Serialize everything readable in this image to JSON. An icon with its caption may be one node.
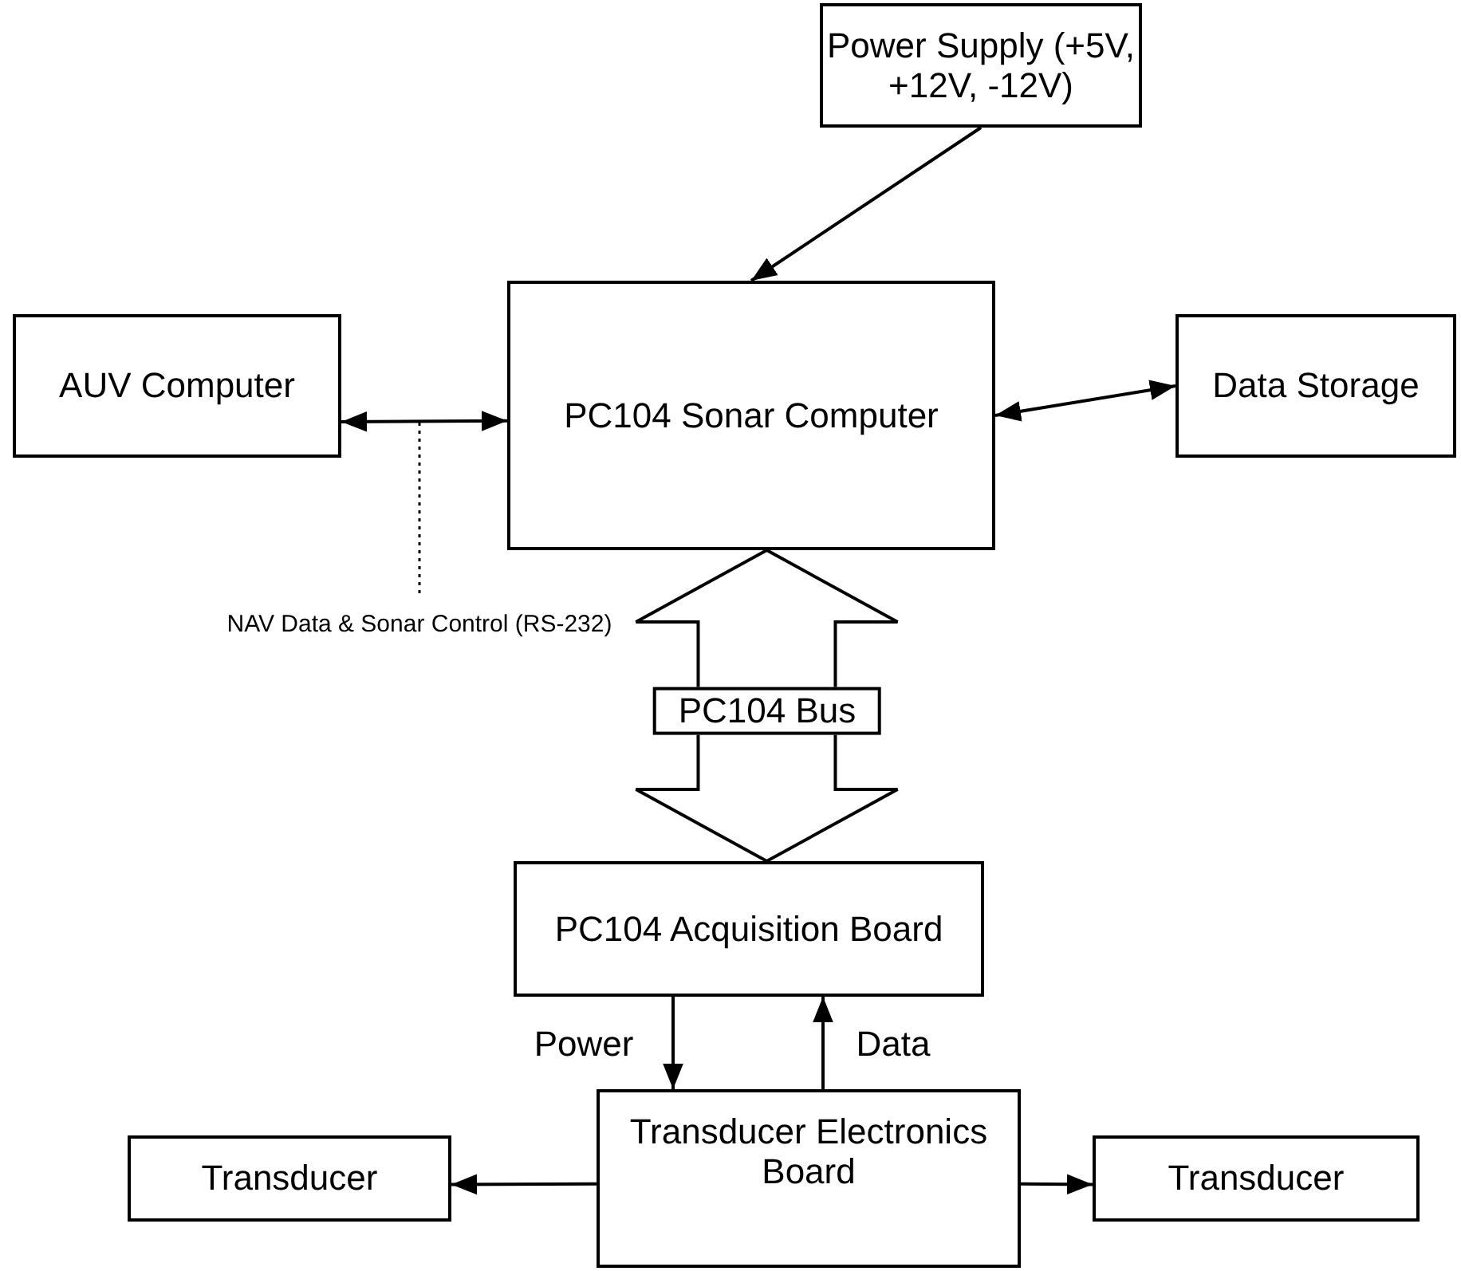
{
  "diagram": {
    "nodes": [
      {
        "text": [
          "Power Supply (+5V, +12V, -12V)"
        ]
      },
      {
        "text": [
          "PC104 Sonar Computer"
        ]
      },
      {
        "text": [
          "AUV Computer"
        ]
      },
      {
        "text": [
          "Data Storage"
        ]
      },
      {
        "text": [
          "NAV Data & Sonar Control (RS-232)"
        ]
      },
      {
        "text": [
          "PC104 Acquisition Board"
        ]
      },
      {
        "text": [
          "Transducer Electronics Board"
        ]
      },
      {
        "text": [
          "Transducer"
        ]
      },
      {
        "text": [
          "Transducer"
        ]
      }
    ],
    "edges": [
      {
        "from": 0,
        "to": 1,
        "arrow": "to"
      },
      {
        "from": 2,
        "to": 1,
        "arrow": "both"
      },
      {
        "from": 1,
        "to": 3,
        "arrow": "both"
      },
      {
        "from": 4,
        "to": null,
        "arrow": "none",
        "style": "dashed"
      },
      {
        "from": 1,
        "to": 5,
        "arrow": "both",
        "style": "thick",
        "label": "PC104 Bus"
      },
      {
        "from": 5,
        "to": 6,
        "arrow": "to",
        "label": "Power"
      },
      {
        "from": 6,
        "to": 5,
        "arrow": "to",
        "label": "Data"
      },
      {
        "from": 6,
        "to": 7,
        "arrow": "to"
      },
      {
        "from": 6,
        "to": 8,
        "arrow": "to"
      }
    ]
  }
}
